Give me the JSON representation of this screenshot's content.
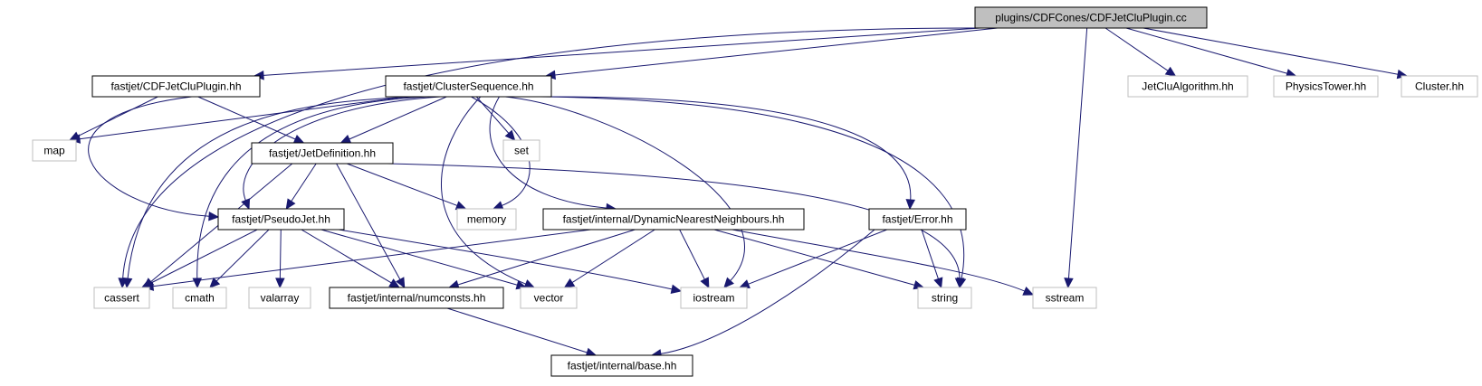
{
  "colors": {
    "edge": "#191970",
    "root_fill": "#bfbfbf",
    "documented_border": "#000000",
    "external_border": "#bfbfbf",
    "background": "#ffffff"
  },
  "nodes": {
    "root": {
      "label": "plugins/CDFCones/CDFJetCluPlugin.cc",
      "kind": "root"
    },
    "cdfplugin": {
      "label": "fastjet/CDFJetCluPlugin.hh",
      "kind": "documented"
    },
    "clusterseq": {
      "label": "fastjet/ClusterSequence.hh",
      "kind": "documented"
    },
    "jetclualg": {
      "label": "JetCluAlgorithm.hh",
      "kind": "external"
    },
    "physicstower": {
      "label": "PhysicsTower.hh",
      "kind": "external"
    },
    "cluster": {
      "label": "Cluster.hh",
      "kind": "external"
    },
    "map": {
      "label": "map",
      "kind": "external"
    },
    "set": {
      "label": "set",
      "kind": "external"
    },
    "jetdef": {
      "label": "fastjet/JetDefinition.hh",
      "kind": "documented"
    },
    "pseudojet": {
      "label": "fastjet/PseudoJet.hh",
      "kind": "documented"
    },
    "memory": {
      "label": "memory",
      "kind": "external"
    },
    "dnn": {
      "label": "fastjet/internal/DynamicNearestNeighbours.hh",
      "kind": "documented"
    },
    "error": {
      "label": "fastjet/Error.hh",
      "kind": "documented"
    },
    "cassert": {
      "label": "cassert",
      "kind": "external"
    },
    "cmath": {
      "label": "cmath",
      "kind": "external"
    },
    "valarray": {
      "label": "valarray",
      "kind": "external"
    },
    "numconsts": {
      "label": "fastjet/internal/numconsts.hh",
      "kind": "documented"
    },
    "vector": {
      "label": "vector",
      "kind": "external"
    },
    "iostream": {
      "label": "iostream",
      "kind": "external"
    },
    "string": {
      "label": "string",
      "kind": "external"
    },
    "sstream": {
      "label": "sstream",
      "kind": "external"
    },
    "base": {
      "label": "fastjet/internal/base.hh",
      "kind": "documented"
    }
  },
  "edges": [
    [
      "root",
      "cdfplugin"
    ],
    [
      "root",
      "clusterseq"
    ],
    [
      "root",
      "jetclualg"
    ],
    [
      "root",
      "physicstower"
    ],
    [
      "root",
      "cluster"
    ],
    [
      "root",
      "cassert"
    ],
    [
      "root",
      "sstream"
    ],
    [
      "cdfplugin",
      "map"
    ],
    [
      "cdfplugin",
      "jetdef"
    ],
    [
      "cdfplugin",
      "pseudojet"
    ],
    [
      "clusterseq",
      "map"
    ],
    [
      "clusterseq",
      "set"
    ],
    [
      "clusterseq",
      "jetdef"
    ],
    [
      "clusterseq",
      "pseudojet"
    ],
    [
      "clusterseq",
      "memory"
    ],
    [
      "clusterseq",
      "dnn"
    ],
    [
      "clusterseq",
      "error"
    ],
    [
      "clusterseq",
      "cassert"
    ],
    [
      "clusterseq",
      "cmath"
    ],
    [
      "clusterseq",
      "vector"
    ],
    [
      "clusterseq",
      "iostream"
    ],
    [
      "clusterseq",
      "string"
    ],
    [
      "jetdef",
      "pseudojet"
    ],
    [
      "jetdef",
      "memory"
    ],
    [
      "jetdef",
      "cassert"
    ],
    [
      "jetdef",
      "numconsts"
    ],
    [
      "jetdef",
      "string"
    ],
    [
      "pseudojet",
      "cassert"
    ],
    [
      "pseudojet",
      "cmath"
    ],
    [
      "pseudojet",
      "valarray"
    ],
    [
      "pseudojet",
      "numconsts"
    ],
    [
      "pseudojet",
      "vector"
    ],
    [
      "pseudojet",
      "iostream"
    ],
    [
      "dnn",
      "cassert"
    ],
    [
      "dnn",
      "numconsts"
    ],
    [
      "dnn",
      "vector"
    ],
    [
      "dnn",
      "iostream"
    ],
    [
      "dnn",
      "string"
    ],
    [
      "dnn",
      "sstream"
    ],
    [
      "error",
      "iostream"
    ],
    [
      "error",
      "string"
    ],
    [
      "error",
      "base"
    ],
    [
      "numconsts",
      "base"
    ]
  ]
}
